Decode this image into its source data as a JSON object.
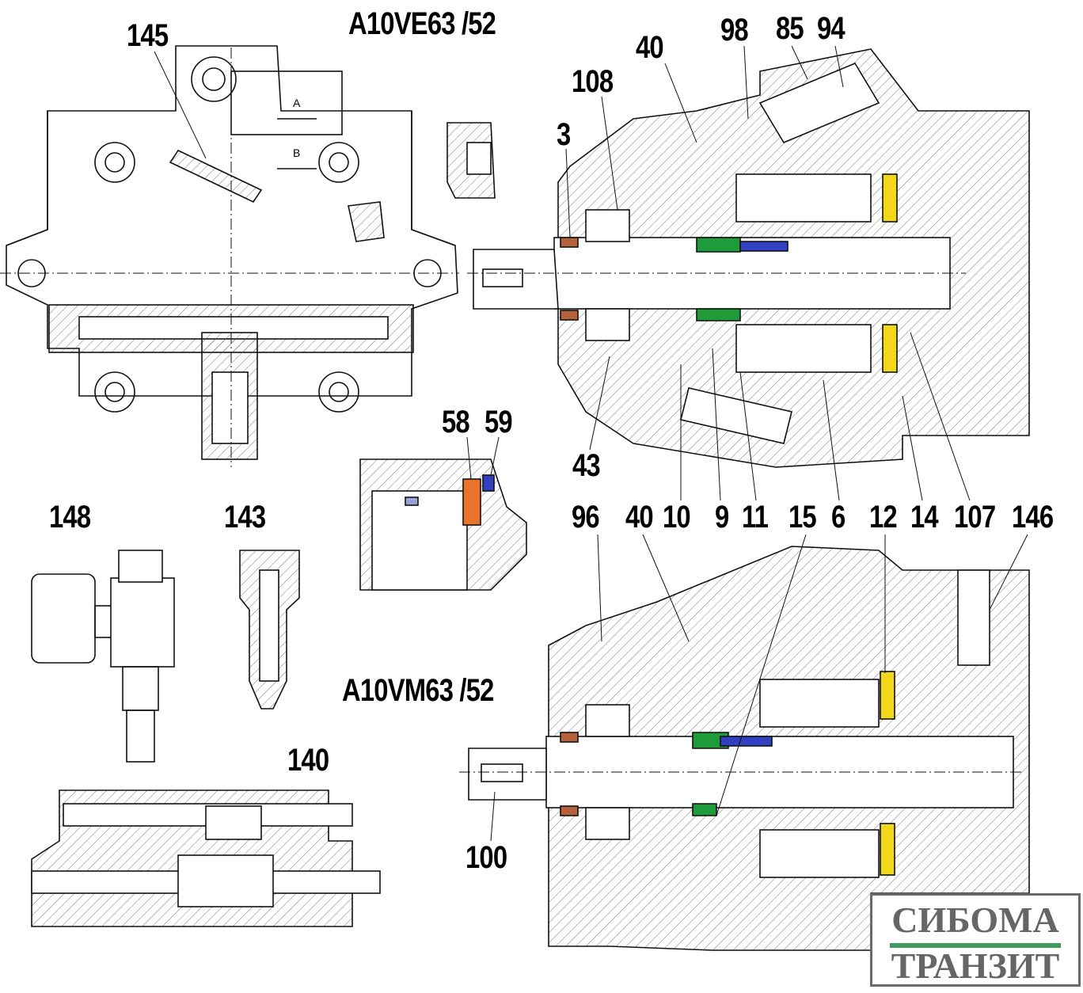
{
  "titles": {
    "top": "A10VE63 /52",
    "bottom": "A10VM63 /52"
  },
  "callouts": {
    "c145": "145",
    "c98": "98",
    "c85": "85",
    "c94": "94",
    "c40a": "40",
    "c108": "108",
    "c3": "3",
    "c58": "58",
    "c59": "59",
    "c43": "43",
    "c96": "96",
    "c40b": "40",
    "c10": "10",
    "c9": "9",
    "c11": "11",
    "c15": "15",
    "c6": "6",
    "c12": "12",
    "c14": "14",
    "c107": "107",
    "c146": "146",
    "c148": "148",
    "c143": "143",
    "c140": "140",
    "c100": "100"
  },
  "port_labels": {
    "a": "A",
    "b": "B"
  },
  "logo": {
    "line1": "СИБОМА",
    "line2": "ТРАНЗИТ",
    "accent": "#3f9b5b",
    "text_color": "#666666"
  },
  "colors": {
    "seal_orange": "#e8732a",
    "seal_blue": "#3040c0",
    "seal_green": "#1f9b3a",
    "plate_yellow": "#f2d81a",
    "seal_brown": "#b5623a"
  }
}
